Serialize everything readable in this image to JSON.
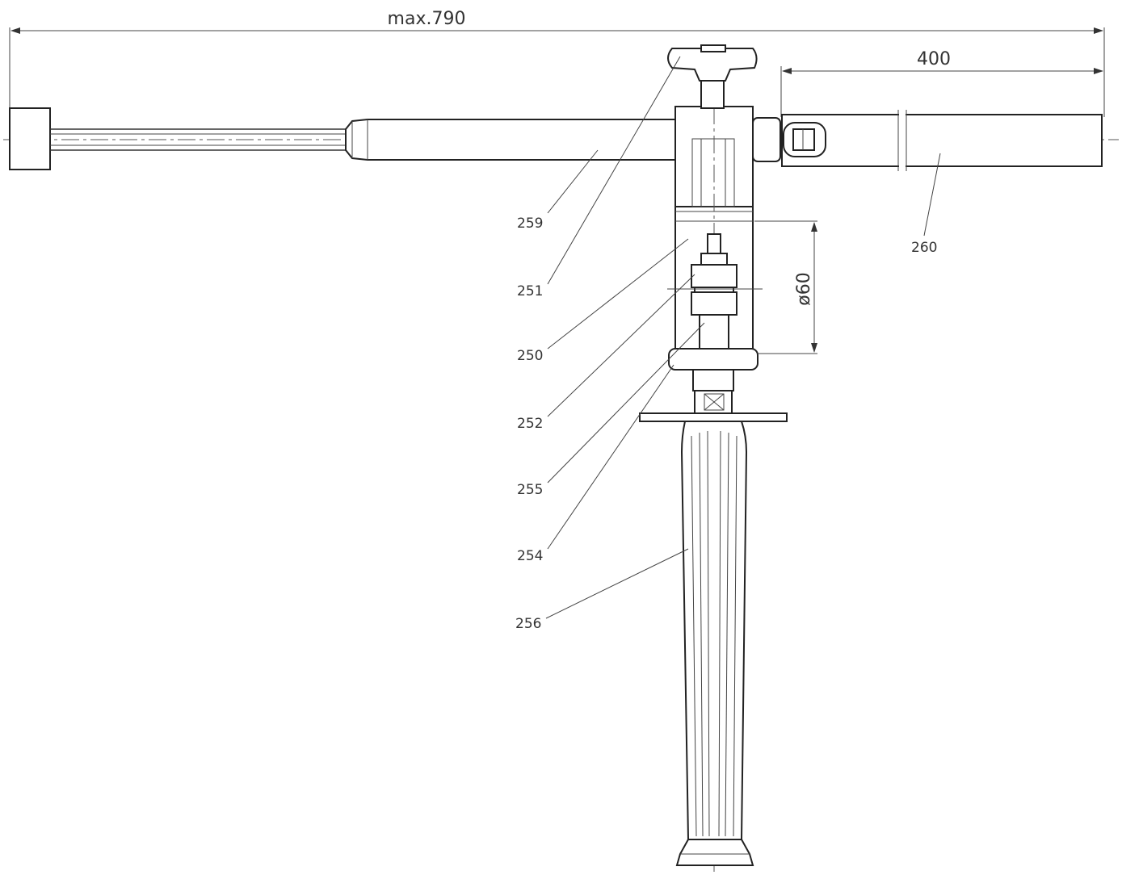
{
  "dimensions": {
    "overall": "max.790",
    "extension": "400",
    "diameter": "ø60"
  },
  "callouts": [
    "259",
    "251",
    "250",
    "252",
    "255",
    "254",
    "256",
    "260"
  ]
}
